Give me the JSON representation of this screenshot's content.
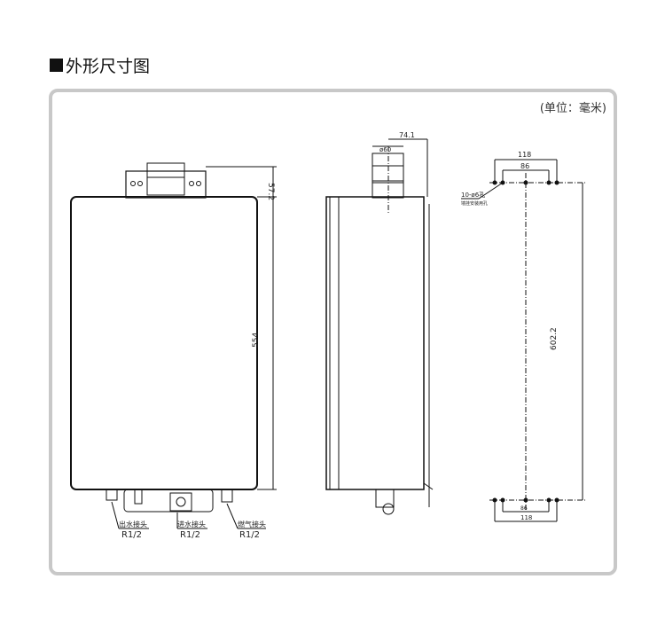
{
  "title": "外形尺寸图",
  "unit_label": "(单位：毫米)",
  "front_view": {
    "height_top": "57.2",
    "height_body": "554",
    "connectors": [
      {
        "name": "出水接头",
        "size": "R1/2"
      },
      {
        "name": "进水接头",
        "size": "R1/2"
      },
      {
        "name": "燃气接头",
        "size": "R1/2"
      }
    ]
  },
  "side_view": {
    "flue_offset": "74.1",
    "flue_diameter": "ø60"
  },
  "mount_view": {
    "top_outer": "118",
    "top_inner": "86",
    "hole_note": "10-ø6孔",
    "hole_note_sub": "墙挂安装用孔",
    "height": "602.2",
    "bottom_inner": "86",
    "bottom_outer": "118"
  }
}
